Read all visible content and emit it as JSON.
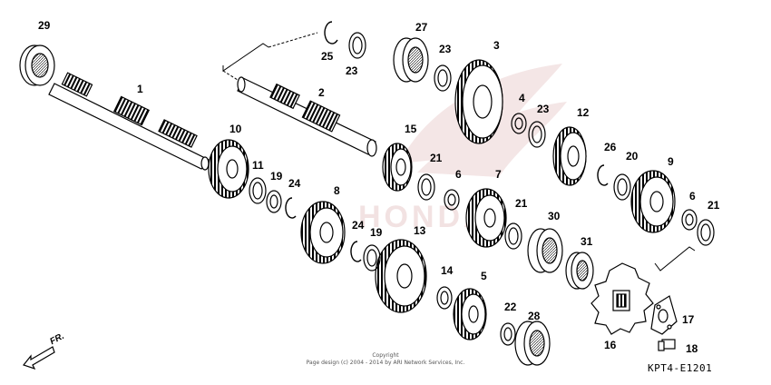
{
  "diagram": {
    "part_labels": [
      "29",
      "1",
      "2",
      "25",
      "23",
      "27",
      "23",
      "3",
      "4",
      "23",
      "12",
      "10",
      "11",
      "19",
      "24",
      "15",
      "21",
      "6",
      "7",
      "26",
      "20",
      "9",
      "8",
      "24",
      "19",
      "21",
      "30",
      "6",
      "21",
      "13",
      "14",
      "5",
      "31",
      "22",
      "28",
      "16",
      "17",
      "18"
    ],
    "copyright_line1": "Copyright",
    "copyright_line2": "Page design (c) 2004 - 2014 by ARI Network Services, Inc.",
    "diagram_code": "KPT4-E1201",
    "direction_label": "FR.",
    "watermark": "HONDA",
    "colors": {
      "line": "#000000",
      "watermark": "#e6c9c9"
    }
  }
}
